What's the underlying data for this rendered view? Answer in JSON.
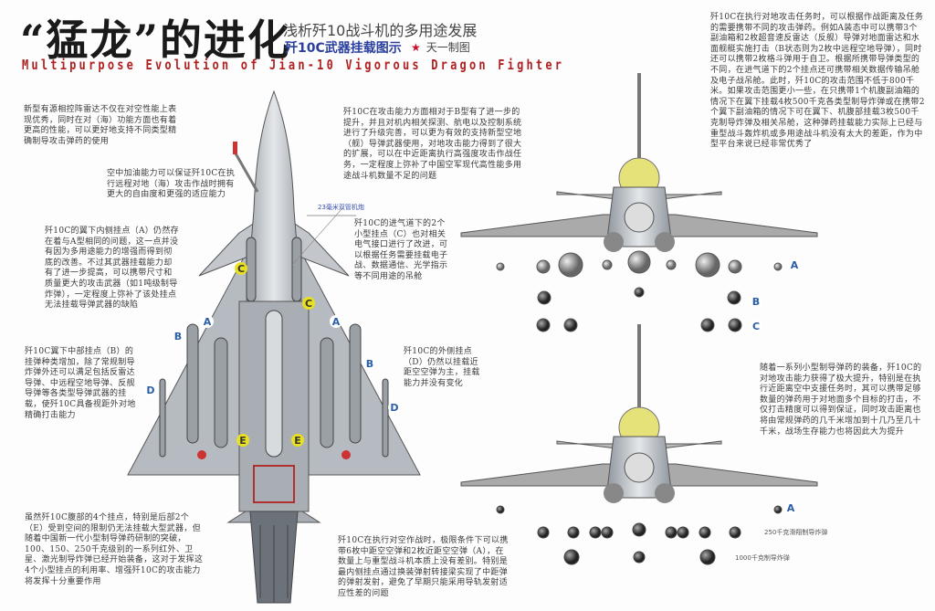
{
  "header": {
    "title": "“猛龙”的进化",
    "subtitle": "浅析歼10战斗机的多用途发展",
    "weapons_title": "歼10C武器挂载图示",
    "credit": "天一制图",
    "english_title": "Multipurpose Evolution of Jian-10 Vigorous Dragon Fighter"
  },
  "texts": {
    "radar": "新型有源相控阵雷达不仅在对空性能上表现优秀，同时在对（海）功能方面也有着更高的性能，可以更好地支持不同类型精确制导攻击弹药的使用",
    "refuel": "空中加油能力可以保证歼10C在执行远程对地（海）攻击作战时拥有更大的自由度和更强的适应能力",
    "hardpoint_a": "歼10C的翼下内侧挂点（A）仍然存在着与A型相同的问题，这一点并没有因为多用途能力的增强而得到彻底的改善。不过其武器挂载能力却有了进一步提高，可以携带尺寸和质量更大的攻击武器（如1吨级制导炸弹），一定程度上弥补了该处挂点无法挂载导弹武器的缺陷",
    "hardpoint_b": "歼10C翼下中部挂点（B）的挂弹种类增加，除了常规制导炸弹外还可以满足包括反雷达导弹、中远程空地导弹、反舰导弹等各类型导弹武器的挂载，使歼10C具备视距外对地精确打击能力",
    "hardpoint_e": "虽然歼10C腹部的4个挂点，特别是后部2个（E）受到空间的限制仍无法挂载大型武器，但随着中国新一代小型制导弹药研制的突破，100、150、250千克级别的一系列红外、卫星、激光制导炸弹已经开始装备，这对于发挥这4个小型挂点的利用率、增强歼10C的攻击能力将发挥十分重要作用",
    "attack": "歼10C在攻击能力方面相对于B型有了进一步的提升，并且对机内相关探测、航电以及控制系统进行了升级完善，可以更为有效的支持新型空地（舰）导弹武器使用，对地攻击能力得到了很大的扩展，可以在中近距离执行高强度攻击作战任务，一定程度上弥补了中国空军现代高性能多用途战斗机数量不足的问题",
    "hardpoint_c": "歼10C的进气道下的2个小型挂点（C）也对相关电气接口进行了改进，可以根据任务需要挂载电子战、数据通信、光学指示等不同用途的吊舱",
    "hardpoint_d": "歼10C的外侧挂点（D）仍然以挂载近距空空弹为主，挂载能力并没有变化",
    "air_combat": "歼10C在执行对空作战时，极限条件下可以携带6枚中距空空弹和2枚近距空空弹（A），在数量上与重型战斗机本质上没有差别。特别是最内侧挂点通过换装弹射转接梁实现了中距弹的弹射发射，避免了早期只能采用导轨发射适应性差的问题",
    "ground_attack": "歼10C在执行对地攻击任务时，可以根据作战距离及任务的需要携带不同的攻击弹药。例如A装态中可以携带3个副油箱和2枚超音速反雷达（反舰）导弹对地面雷达和水面舰艇实施打击（B状态则为2枚中远程空地导弹），同时还可以携带2枚格斗弹用于自卫。根据所携带导弹类型的不同，在进气道下的2个挂点还可携带相关数据传输吊舱及电子战吊舱。此时，歼10C的攻击范围不低于800千米。如果攻击范围更小一些，在只携带1个机腹副油箱的情况下在翼下挂载4枚500千克各类型制导炸弹或在携带2个翼下副油箱的情况下可在翼下、机腹部挂载3枚500千克制导炸弹及相关吊舱，这种弹药挂载能力实际上已经与重型战斗轰炸机或多用途战斗机没有太大的差距，作为中型平台来说已经非常优秀了",
    "small_munitions": "随着一系列小型制导弹药的装备，歼10C的对地攻击能力获得了极大提升，特别是在执行近距离空中支援任务时，其可以携带足够数量的弹药用于对地面多个目标的打击，不仅打击精度可以得到保证，同时攻击距离也将由常规弹药的几千米增加到十几乃至几十千米，战场生存能力也将因此大为提升"
  },
  "labels": {
    "cannon": "23毫米双管机炮",
    "glide_bomb": "250千克滑翔制导炸弹",
    "bomb_1000": "1000千克制导炸弹"
  },
  "hardpoints": {
    "a": "A",
    "b": "B",
    "c": "C",
    "d": "D",
    "e": "E"
  },
  "colors": {
    "accent_blue": "#2a3f9e",
    "title_red": "#b02020",
    "marker_yellow": "#e8e020",
    "marker_blue": "#2a5fa8"
  }
}
